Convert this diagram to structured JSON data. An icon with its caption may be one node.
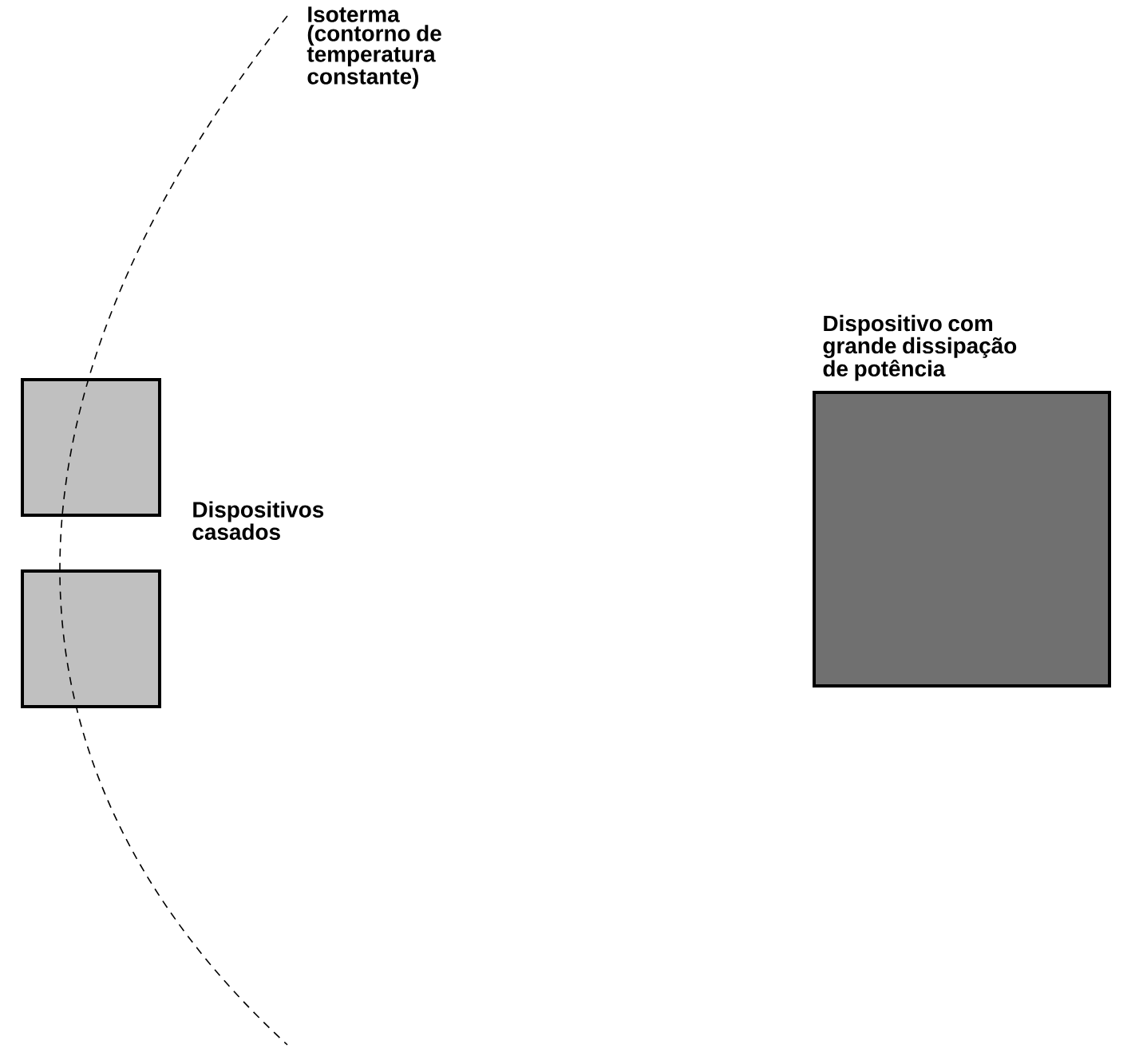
{
  "diagram": {
    "nodes": [
      {
        "text": [],
        "shape": "box"
      },
      {
        "text": [],
        "shape": "box"
      },
      {
        "text": [
          "Dispositivo com grande dissipação de potência"
        ]
      }
    ],
    "labels": [
      "Isoterma (contorno de temperatura constante)",
      "Dispositivos casados"
    ]
  }
}
